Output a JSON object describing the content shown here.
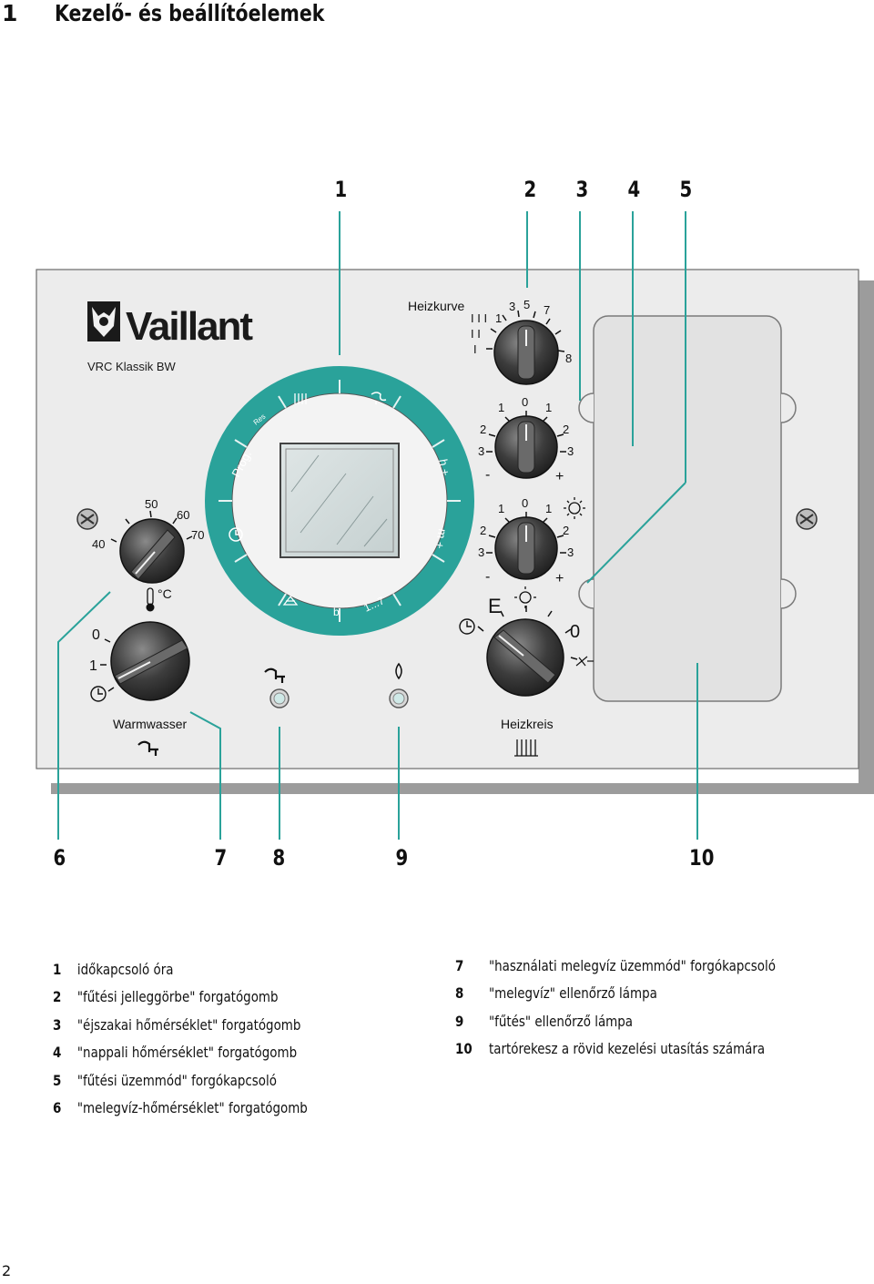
{
  "section": {
    "number": "1",
    "title": "Kezelő- és beállítóelemek"
  },
  "callouts_top": [
    "1",
    "2",
    "3",
    "4",
    "5"
  ],
  "callouts_bottom": [
    "6",
    "7",
    "8",
    "9",
    "10"
  ],
  "panel": {
    "brand": "Vaillant",
    "model": "VRC Klassik BW",
    "heizkurve_label": "Heizkurve",
    "heizkurve_scale": [
      "I",
      "I I",
      "I I I",
      "1",
      "3",
      "5",
      "7",
      "8"
    ],
    "night_scale": [
      "1",
      "0",
      "1",
      "2",
      "2",
      "3",
      "3",
      "-",
      "+"
    ],
    "day_scale": [
      "1",
      "0",
      "1",
      "2",
      "2",
      "3",
      "3",
      "-",
      "+"
    ],
    "mode_scale": [
      "E",
      "0"
    ],
    "ww_scale": [
      "40",
      "50",
      "60",
      "70"
    ],
    "ww_unit": "°C",
    "ww_mode_scale": [
      "0",
      "1"
    ],
    "warmwasser_label": "Warmwasser",
    "heizkreis_label": "Heizkreis",
    "clock_ring": [
      "Prog.",
      "Res",
      "h +",
      "m +",
      "1...7",
      "b"
    ]
  },
  "legend_left": [
    {
      "num": "1",
      "text": "időkapcsoló óra"
    },
    {
      "num": "2",
      "text": "\"fűtési jelleggörbe\" forgatógomb"
    },
    {
      "num": "3",
      "text": "\"éjszakai hőmérséklet\" forgatógomb"
    },
    {
      "num": "4",
      "text": "\"nappali hőmérséklet\" forgatógomb"
    },
    {
      "num": "5",
      "text": "\"fűtési üzemmód\" forgókapcsoló"
    },
    {
      "num": "6",
      "text": "\"melegvíz-hőmérséklet\" forgatógomb"
    }
  ],
  "legend_right": [
    {
      "num": "7",
      "text": "\"használati melegvíz üzemmód\" forgókapcsoló"
    },
    {
      "num": "8",
      "text": "\"melegvíz\" ellenőrző lámpa"
    },
    {
      "num": "9",
      "text": "\"fűtés\" ellenőrző lámpa"
    },
    {
      "num": "10",
      "text": "tartórekesz a rövid kezelési utasítás számára"
    }
  ],
  "page_number": "2",
  "colors": {
    "accent_green": "#2aa29a",
    "panel_gray": "#ececec",
    "panel_shadow": "#9c9c9c",
    "knob_dark": "#3a3a3a"
  }
}
